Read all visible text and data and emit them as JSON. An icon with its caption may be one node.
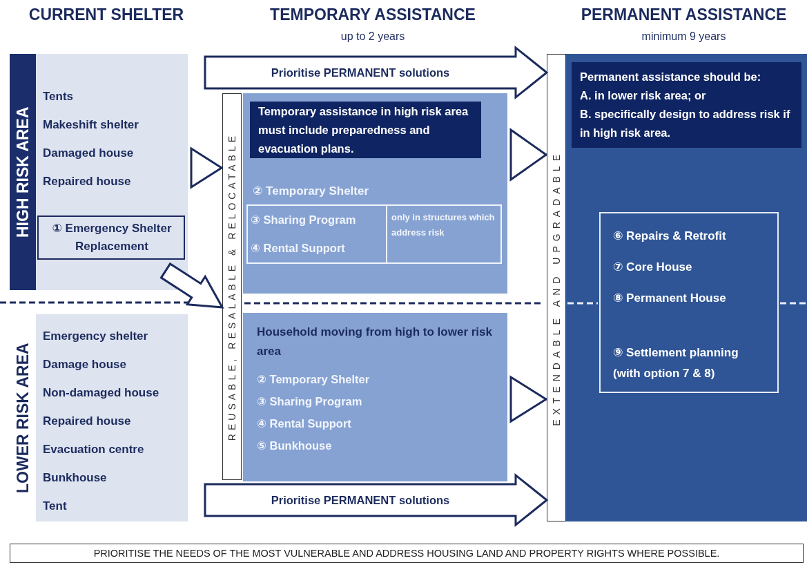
{
  "diagram": {
    "nodes": [
      {
        "text": [
          "HIGH RISK AREA",
          "Tents",
          "Makeshift shelter",
          "Damaged house",
          "Repaired house"
        ]
      },
      {
        "text": [
          "① Emergency Shelter Replacement"
        ],
        "in": 0
      },
      {
        "text": [
          "LOWER RISK AREA",
          "Emergency shelter",
          "Damage house",
          "Non-damaged house",
          "Repaired house",
          "Evacuation centre",
          "Bunkhouse",
          "Tent"
        ]
      },
      {
        "text": [
          "REUSABLE, RESALABLE & RELOCATABLE"
        ]
      },
      {
        "text": [
          "② Temporary Shelter"
        ]
      },
      {
        "text": [
          "Temporary assistance in high risk area must include preparedness and evacuation plans."
        ],
        "in": 4
      },
      {
        "text": [
          "③ Sharing Program",
          "④ Rental Support",
          "only in structures which address risk"
        ],
        "in": 4
      },
      {
        "text": [
          "Household moving from high to lower risk area",
          "② Temporary Shelter",
          "③ Sharing Program",
          "④ Rental Support",
          "⑤ Bunkhouse"
        ]
      },
      {
        "text": [
          "EXTENDABLE AND UPGRADABLE"
        ]
      },
      {
        "text": [],
        "shape": "box"
      },
      {
        "text": [
          "Permanent assistance should be:",
          "A. in lower risk area; or",
          "B. specifically design to address risk if in high risk area."
        ],
        "in": 9
      },
      {
        "text": [
          "⑥ Repairs & Retrofit",
          "⑦ Core House",
          "⑧ Permanent House",
          "⑨ Settlement planning (with option 7 & 8)"
        ],
        "in": 9
      },
      {
        "text": [
          "PRIORITISE THE NEEDS OF THE MOST VULNERABLE AND ADDRESS HOUSING LAND AND PROPERTY RIGHTS WHERE POSSIBLE."
        ]
      }
    ],
    "edges": [
      {
        "from": 0,
        "to": 3,
        "arrow": "to"
      },
      {
        "from": 0,
        "to": 3,
        "arrow": "to",
        "style": "thick"
      },
      {
        "from": null,
        "to": 8,
        "arrow": "to",
        "style": "thick",
        "label": "Prioritise PERMANENT solutions"
      },
      {
        "from": 4,
        "to": 8,
        "arrow": "to"
      },
      {
        "from": 7,
        "to": 8,
        "arrow": "to"
      },
      {
        "from": null,
        "to": 8,
        "arrow": "to",
        "style": "thick",
        "label": "Prioritise PERMANENT solutions"
      }
    ],
    "labels": [
      "CURRENT SHELTER",
      "TEMPORARY ASSISTANCE",
      "up to 2 years",
      "PERMANENT ASSISTANCE",
      "minimum 9 years"
    ]
  }
}
